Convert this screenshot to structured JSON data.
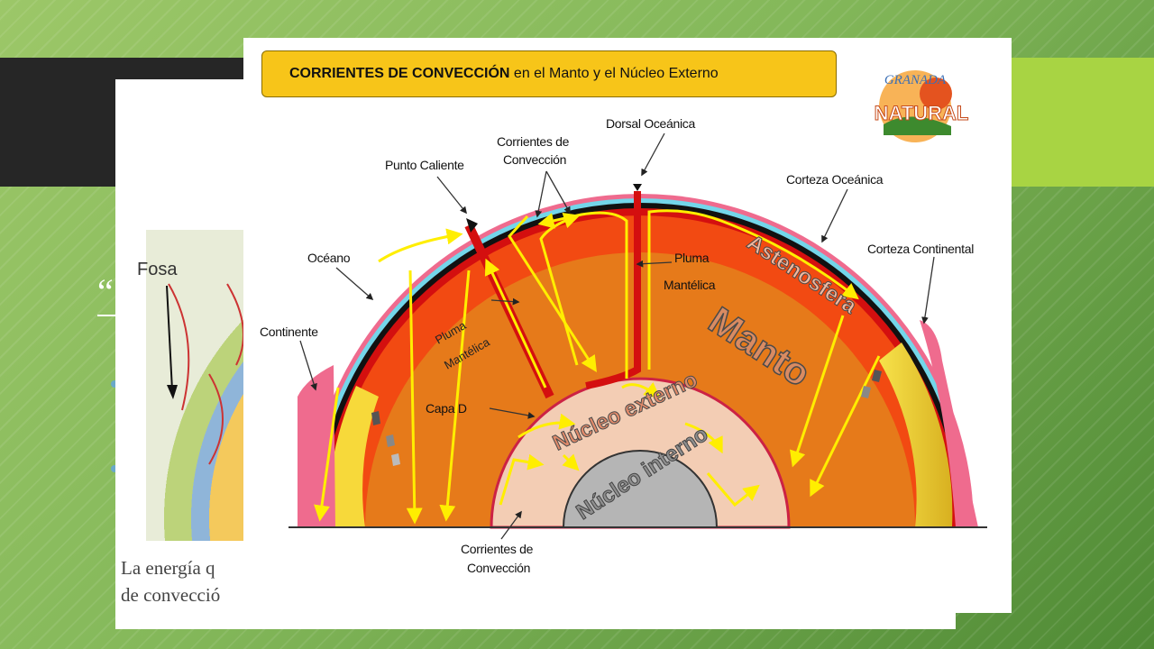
{
  "background_slide": {
    "title_fragment": "“",
    "fosa_label": "Fosa",
    "caption_line1": "La energía q",
    "caption_line2": "de convecció"
  },
  "diagram": {
    "title_bold": "CORRIENTES DE CONVECCIÓN",
    "title_rest": " en el Manto y el Núcleo Externo",
    "logo_top": "GRANADA",
    "logo_main": "NATURAL",
    "labels": {
      "dorsal": "Dorsal Oceánica",
      "corrientes_top_1": "Corrientes de",
      "corrientes_top_2": "Convección",
      "punto_caliente": "Punto Caliente",
      "corteza_oceanica": "Corteza Oceánica",
      "corteza_continental": "Corteza Continental",
      "oceano": "Océano",
      "continente": "Continente",
      "pluma_right_1": "Pluma",
      "pluma_right_2": "Mantélica",
      "pluma_left_1": "Pluma",
      "pluma_left_2": "Mantélica",
      "capa_d": "Capa D",
      "corrientes_bottom_1": "Corrientes de",
      "corrientes_bottom_2": "Convección",
      "astenosfera": "Astenosfera",
      "manto": "Manto",
      "nucleo_externo": "Núcleo externo",
      "nucleo_interno": "Núcleo interno"
    }
  },
  "colors": {
    "banner": "#f7c519",
    "mantle": "#e67a1a",
    "asthenosphere": "#f24a12",
    "crust_red": "#d40f0f",
    "ocean": "#73d6ea",
    "continent": "#ef6b8e",
    "outer_core": "#f3cdb4",
    "inner_core": "#b5b5b5",
    "arrows": "#ffee00"
  }
}
